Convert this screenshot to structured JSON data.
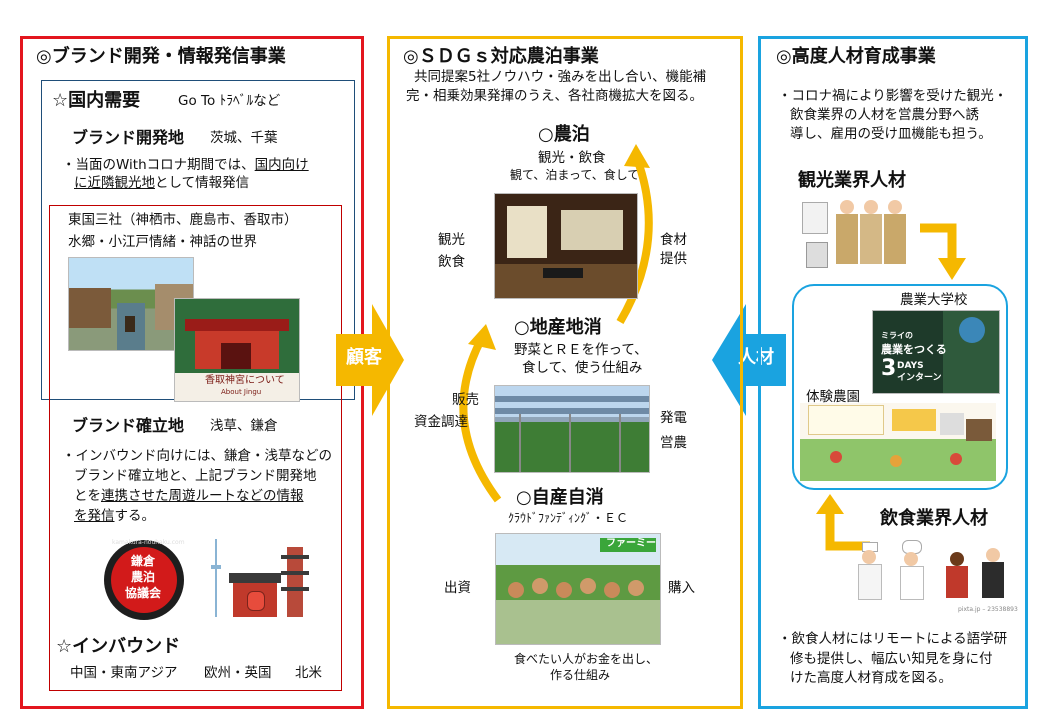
{
  "left": {
    "title": "◎ブランド開発・情報発信事業",
    "domestic_heading": "☆国内需要",
    "domestic_sub": "Go To ﾄﾗﾍﾞﾙなど",
    "dev_heading": "ブランド開発地",
    "dev_places": "茨城、千葉",
    "note1_a": "・当面のWithコロナ期間では、",
    "note1_a_ul": "国内向け",
    "note1_b_ul": "に近隣観光地",
    "note1_b": "として情報発信",
    "box_line1": "東国三社（神栖市、鹿島市、香取市）",
    "box_line2": "水郷・小江戸情緒・神話の世界",
    "shrine_caption_jp": "香取神宮について",
    "shrine_caption_en": "About Jingu",
    "est_heading": "ブランド確立地",
    "est_places": "浅草、鎌倉",
    "note2_l1": "・インバウンド向けには、鎌倉・浅草などの",
    "note2_l2": "ブランド確立地と、上記ブランド開発地",
    "note2_l3a": "とを",
    "note2_l3_ul": "連携させた周遊ルートなどの情報",
    "note2_l4_ul": "を発信",
    "note2_l4b": "する。",
    "logo_ring": "kamakura-nouhaku.com",
    "logo_l1": "鎌倉",
    "logo_l2": "農泊",
    "logo_l3": "協議会",
    "inbound_heading": "☆インバウンド",
    "regions": [
      "中国・東南アジア",
      "欧州・英国",
      "北米"
    ]
  },
  "arrow_left_label": "顧客",
  "arrow_right_label": "人材",
  "middle": {
    "title": "◎ＳＤＧｓ対応農泊事業",
    "intro_l1": "共同提案5社ノウハウ・強みを出し合い、機能補",
    "intro_l2": "完・相乗効果発揮のうえ、各社商機拡大を図る。",
    "nouhaku_heading": "○農泊",
    "nouhaku_sub": "観光・飲食",
    "nouhaku_desc": "観て、泊まって、食して",
    "left_label_1a": "観光",
    "left_label_1b": "飲食",
    "right_label_1a": "食材",
    "right_label_1b": "提供",
    "chisan_heading": "○地産地消",
    "chisan_desc1": "野菜とＲＥを作って、",
    "chisan_desc2": "食して、使う仕組み",
    "left_label_2a": "販売",
    "left_label_2b": "資金調達",
    "right_label_2a": "発電",
    "right_label_2b": "営農",
    "jisan_heading": "○自産自消",
    "jisan_sub": "ｸﾗｳﾄﾞﾌｧﾝﾃﾞｨﾝｸﾞ・ＥＣ",
    "left_label_3": "出資",
    "right_label_3": "購入",
    "farm_banner": "ファーミー",
    "jisan_desc1": "食べたい人がお金を出し、",
    "jisan_desc2": "作る仕組み"
  },
  "right": {
    "title": "◎高度人材育成事業",
    "intro_l1": "・コロナ禍により影響を受けた観光・",
    "intro_l2": "飲食業界の人材を営農分野へ誘",
    "intro_l3": "導し、雇用の受け皿機能も担う。",
    "tourism_heading": "観光業界人材",
    "school_label": "農業大学校",
    "poster_l1": "ミライの",
    "poster_l2": "農業をつくる",
    "poster_l3": "3",
    "poster_l4": "DAYS",
    "poster_l5": "インターン",
    "farm_label": "体験農園",
    "food_heading": "飲食業界人材",
    "stock_credit": "pixta.jp – 23538893",
    "note_l1": "・飲食人材にはリモートによる語学研",
    "note_l2": "修も提供し、幅広い知見を身に付",
    "note_l3": "けた高度人材育成を図る。"
  },
  "colors": {
    "left_border": "#e3161e",
    "middle_border": "#f5b800",
    "right_border": "#1aa3e0",
    "arrow_gold": "#f5b800",
    "arrow_blue": "#1aa3e0",
    "inner_left_box": "#1f4e79",
    "inner_red_box": "#c00000"
  }
}
